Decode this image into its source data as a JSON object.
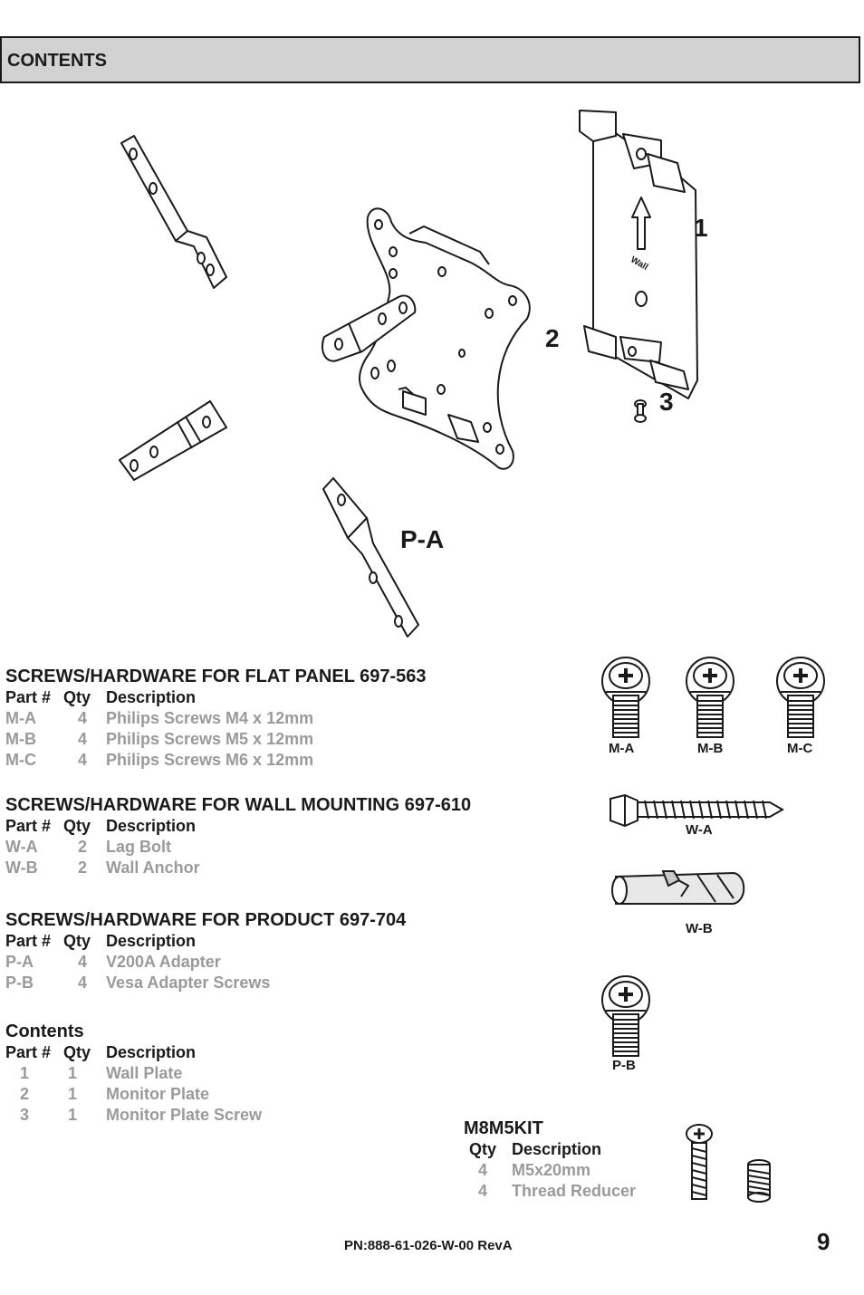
{
  "header": {
    "title": "CONTENTS"
  },
  "figure_labels": {
    "wall_plate": "1",
    "monitor_plate": "2",
    "screw": "3",
    "adapter": "P-A"
  },
  "sections": [
    {
      "title": "SCREWS/HARDWARE FOR FLAT PANEL 697-563",
      "columns": [
        "Part #",
        "Qty",
        "Description"
      ],
      "rows": [
        [
          "M-A",
          "4",
          "Philips Screws M4 x 12mm"
        ],
        [
          "M-B",
          "4",
          "Philips Screws M5 x 12mm"
        ],
        [
          "M-C",
          "4",
          "Philips Screws M6 x 12mm"
        ]
      ]
    },
    {
      "title": "SCREWS/HARDWARE FOR WALL MOUNTING 697-610",
      "columns": [
        "Part #",
        "Qty",
        "Description"
      ],
      "rows": [
        [
          "W-A",
          "2",
          "Lag Bolt"
        ],
        [
          "W-B",
          "2",
          "Wall Anchor"
        ]
      ]
    },
    {
      "title": "SCREWS/HARDWARE FOR PRODUCT 697-704",
      "columns": [
        "Part #",
        "Qty",
        "Description"
      ],
      "rows": [
        [
          "P-A",
          "4",
          "V200A Adapter"
        ],
        [
          "P-B",
          "4",
          "Vesa Adapter Screws"
        ]
      ]
    },
    {
      "title": "Contents",
      "columns": [
        "Part #",
        "Qty",
        "Description"
      ],
      "rows": [
        [
          "1",
          "1",
          "Wall Plate"
        ],
        [
          "2",
          "1",
          "Monitor Plate"
        ],
        [
          "3",
          "1",
          "Monitor Plate Screw"
        ]
      ]
    }
  ],
  "kit": {
    "title": "M8M5KIT",
    "columns": [
      "Qty",
      "Description"
    ],
    "rows": [
      [
        "4",
        "M5x20mm"
      ],
      [
        "4",
        "Thread Reducer"
      ]
    ]
  },
  "hardware_labels": {
    "ma": "M-A",
    "mb": "M-B",
    "mc": "M-C",
    "wa": "W-A",
    "wb": "W-B",
    "pb": "P-B"
  },
  "footer": {
    "part_number": "PN:888-61-026-W-00 RevA",
    "page": "9"
  },
  "icons": [
    "screw-icon",
    "lag-bolt-icon",
    "wall-anchor-icon",
    "thread-reducer-icon"
  ]
}
